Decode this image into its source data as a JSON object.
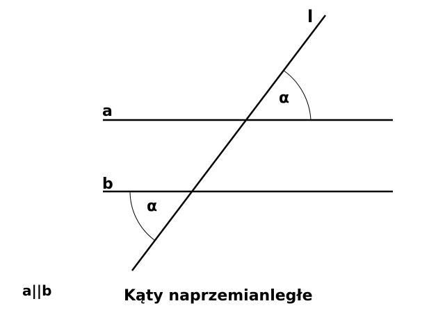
{
  "labels": {
    "transversal": "l",
    "line_a": "a",
    "line_b": "b",
    "angle_top": "α",
    "angle_bottom": "α",
    "parallel_note": "a||b",
    "title": "Kąty naprzemianległe"
  },
  "colors": {
    "stroke": "#000000",
    "background": "#ffffff"
  }
}
